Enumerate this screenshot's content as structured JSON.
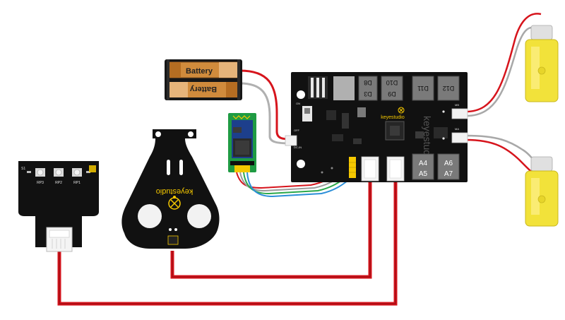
{
  "battery": {
    "label_top": "Battery",
    "label_bottom": "Battery"
  },
  "sensor_board": {
    "labels": [
      "RP3",
      "RP2",
      "RP1"
    ],
    "tag": "S1"
  },
  "chassis": {
    "brand": "keyestudio"
  },
  "mainboard": {
    "brand": "keyestudio",
    "header_labels": [
      "D8",
      "D3",
      "D9",
      "D10",
      "D11",
      "D12"
    ],
    "analog_labels": [
      "A4",
      "A5",
      "A6",
      "A7"
    ],
    "power_labels": {
      "on": "ON",
      "off": "OFF",
      "dcin": "DC-IN"
    },
    "motor_labels": {
      "mb": "MB",
      "ma": "MA"
    }
  },
  "colors": {
    "board": "#111111",
    "pcb_green": "#1a8a3c",
    "wire_red": "#d6141c",
    "wire_gray": "#9a9a9a",
    "wire_green": "#2aa84a",
    "wire_blue": "#2c8fd8",
    "motor_yellow": "#f2e23a",
    "brand_yellow": "#f5c800"
  }
}
